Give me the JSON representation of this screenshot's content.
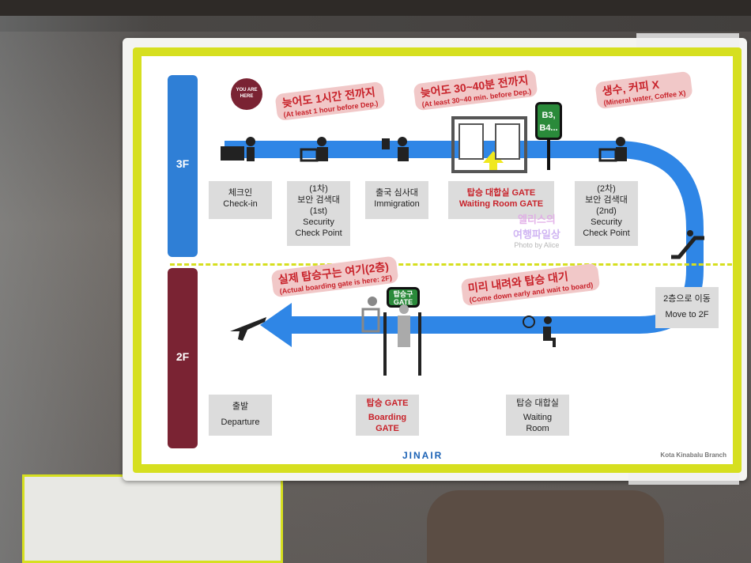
{
  "floors": {
    "upper": "3F",
    "lower": "2F"
  },
  "you_are_here": "YOU ARE HERE",
  "callouts": {
    "one_hour": {
      "main": "늦어도 1시간 전까지",
      "sub": "(At least 1 hour before Dep.)"
    },
    "thirty_forty": {
      "main": "늦어도 30~40분 전까지",
      "sub": "(At least 30~40 min. before Dep.)"
    },
    "water": {
      "main": "생수, 커피 X",
      "sub": "(Mineral water, Coffee X)"
    },
    "boarding_gate": {
      "main": "실제 탑승구는 여기(2층)",
      "sub": "(Actual boarding gate is here: 2F)"
    },
    "come_down": {
      "main": "미리 내려와 탑승 대기",
      "sub": "(Come down early and wait to board)"
    }
  },
  "elevator_sign": [
    "B3,",
    "B4..."
  ],
  "gate_sign": [
    "탑승구",
    "GATE"
  ],
  "labels_3f": [
    {
      "ko": "체크인",
      "en": "Check-in"
    },
    {
      "ko": "(1차)",
      "ko2": "보안 검색대",
      "en": "(1st)",
      "en2": "Security",
      "en3": "Check Point"
    },
    {
      "ko": "출국 심사대",
      "en": "Immigration"
    },
    {
      "ko": "탑승 대합실 GATE",
      "en": "Waiting Room GATE"
    },
    {
      "ko": "(2차)",
      "ko2": "보안 검색대",
      "en": "(2nd)",
      "en2": "Security",
      "en3": "Check Point"
    }
  ],
  "move_label": {
    "ko": "2층으로 이동",
    "en": "Move to 2F"
  },
  "labels_2f": [
    {
      "ko": "출발",
      "en": "Departure"
    },
    {
      "ko": "탑승 GATE",
      "en": "Boarding",
      "en2": "GATE"
    },
    {
      "ko": "탑승 대합실",
      "en": "Waiting",
      "en2": "Room"
    }
  ],
  "watermark": {
    "line1": "엘리스의",
    "line2": "여행파일상",
    "line3": "Photo by Alice"
  },
  "footer": {
    "logo": "JINAIR",
    "branch": "Kota Kinabalu Branch"
  },
  "colors": {
    "frame": "#d6df1f",
    "blue": "#2f7fd6",
    "maroon": "#7a2333",
    "red": "#c8222a",
    "callout": "#f1c8c8"
  }
}
